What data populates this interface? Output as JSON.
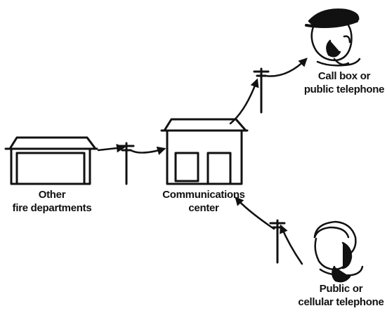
{
  "labels": {
    "call_box": {
      "line1": "Call box or",
      "line2": "public telephone"
    },
    "other_departments": {
      "line1": "Other",
      "line2": "fire departments"
    },
    "communications_center": {
      "line1": "Communications",
      "line2": "center"
    },
    "public_cellular": {
      "line1": "Public or",
      "line2": "cellular telephone"
    }
  },
  "colors": {
    "ink": "#111111",
    "background": "#ffffff"
  }
}
